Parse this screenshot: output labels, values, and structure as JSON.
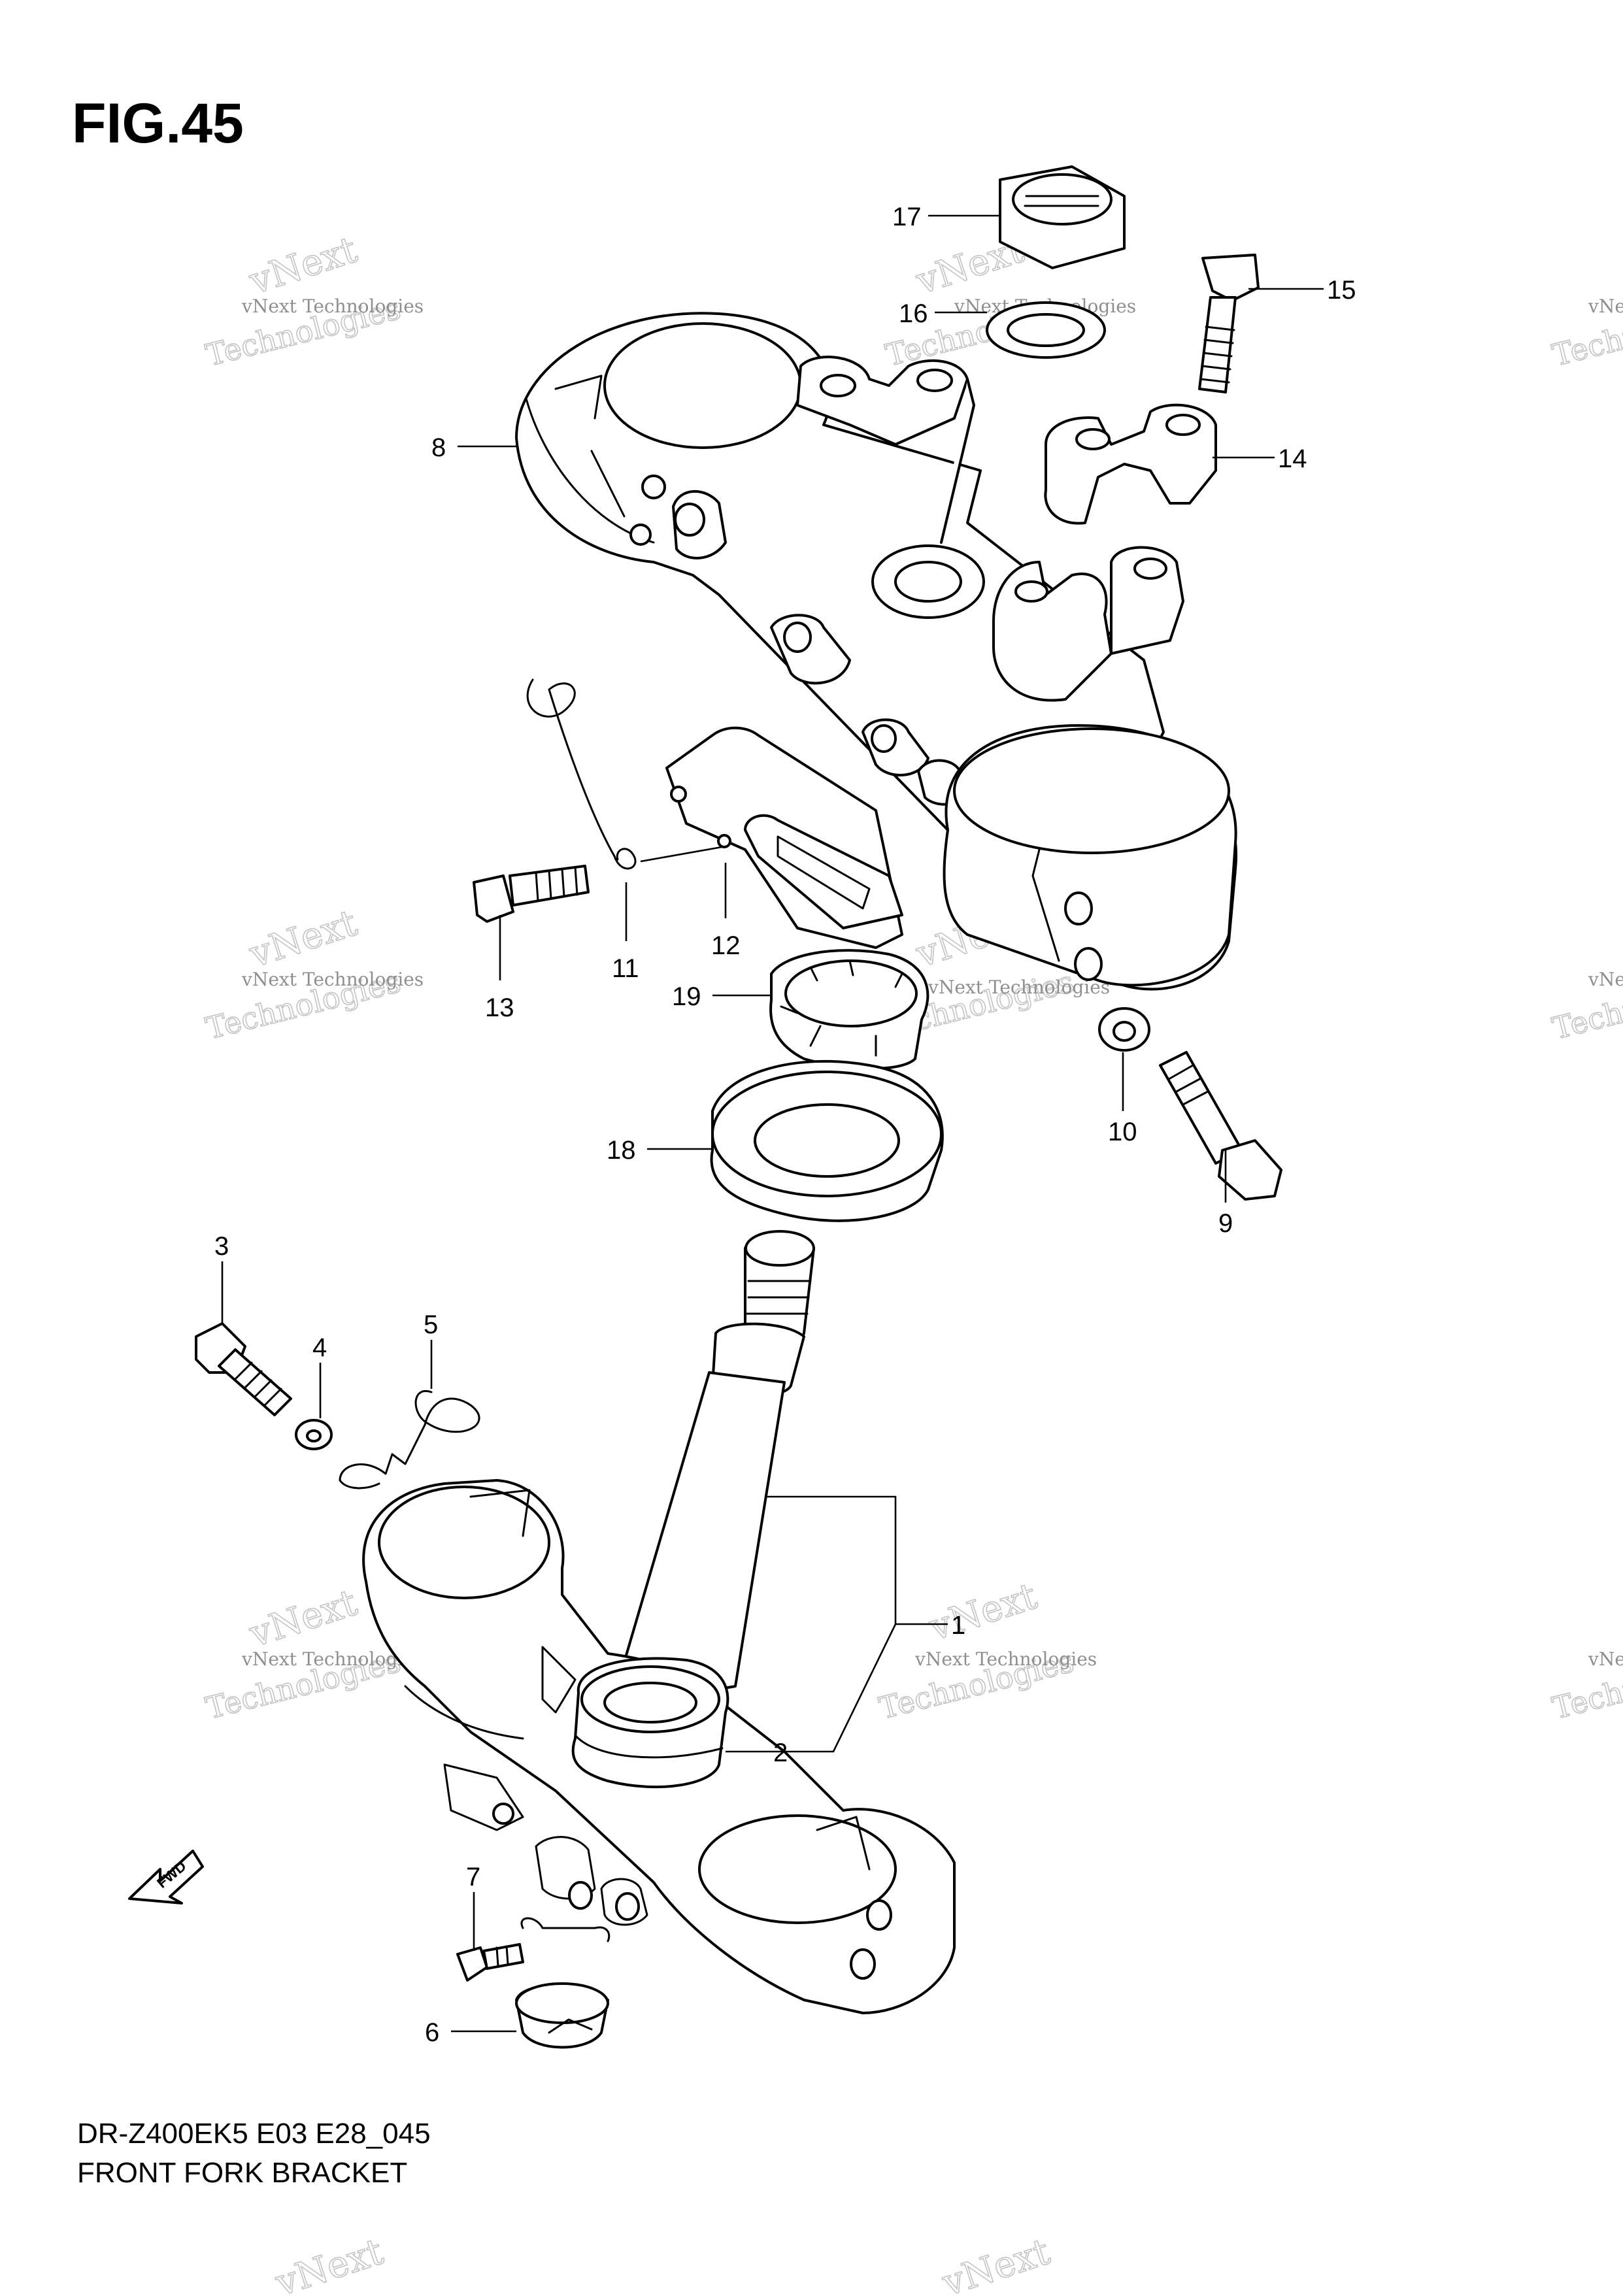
{
  "figure": {
    "title": "FIG.45",
    "model_code": "DR-Z400EK5 E03 E28_045",
    "caption": "FRONT FORK BRACKET",
    "direction_label": "FWD"
  },
  "watermark": {
    "line_a": "vNext Technologies",
    "line_b": "vNext",
    "line_c": "Technologies"
  },
  "callouts": [
    {
      "id": "1",
      "label": "1"
    },
    {
      "id": "2",
      "label": "2"
    },
    {
      "id": "3",
      "label": "3"
    },
    {
      "id": "4",
      "label": "4"
    },
    {
      "id": "5",
      "label": "5"
    },
    {
      "id": "6",
      "label": "6"
    },
    {
      "id": "7",
      "label": "7"
    },
    {
      "id": "8",
      "label": "8"
    },
    {
      "id": "9",
      "label": "9"
    },
    {
      "id": "10",
      "label": "10"
    },
    {
      "id": "11",
      "label": "11"
    },
    {
      "id": "12",
      "label": "12"
    },
    {
      "id": "13",
      "label": "13"
    },
    {
      "id": "14",
      "label": "14"
    },
    {
      "id": "15",
      "label": "15"
    },
    {
      "id": "16",
      "label": "16"
    },
    {
      "id": "17",
      "label": "17"
    },
    {
      "id": "18",
      "label": "18"
    },
    {
      "id": "19",
      "label": "19"
    }
  ]
}
